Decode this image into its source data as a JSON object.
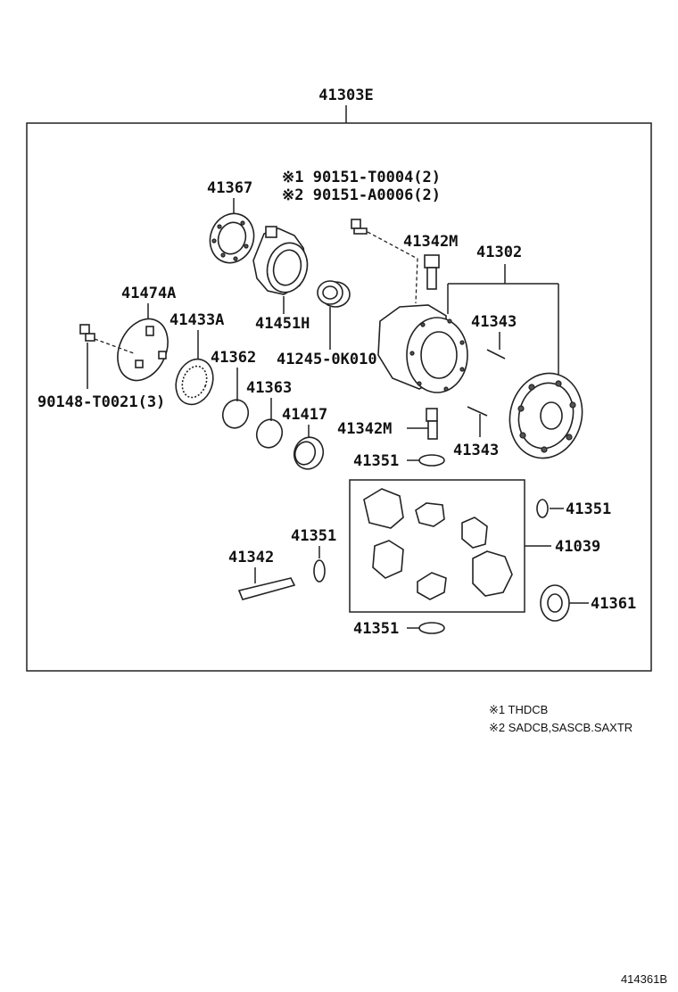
{
  "assembly": {
    "number": "41303E"
  },
  "bolt_notes": {
    "line1": "※1 90151-T0004(2)",
    "line2": "※2 90151-A0006(2)"
  },
  "parts": {
    "p41367": "41367",
    "p41474a": "41474A",
    "p41433a": "41433A",
    "p41451h": "41451H",
    "p41245": "41245-0K010",
    "p41342m_top": "41342M",
    "p41302": "41302",
    "p41343_top": "41343",
    "p41362": "41362",
    "p41363": "41363",
    "p41417": "41417",
    "p90148": "90148-T0021(3)",
    "p41342m_mid": "41342M",
    "p41343_mid": "41343",
    "p41351_a": "41351",
    "p41351_b": "41351",
    "p41039": "41039",
    "p41351_c": "41351",
    "p41342": "41342",
    "p41361": "41361",
    "p41351_d": "41351"
  },
  "footnotes": {
    "n1": "※1 THDCB",
    "n2": "※2 SADCB,SASCB.SAXTR"
  },
  "figure_code": "414361B"
}
